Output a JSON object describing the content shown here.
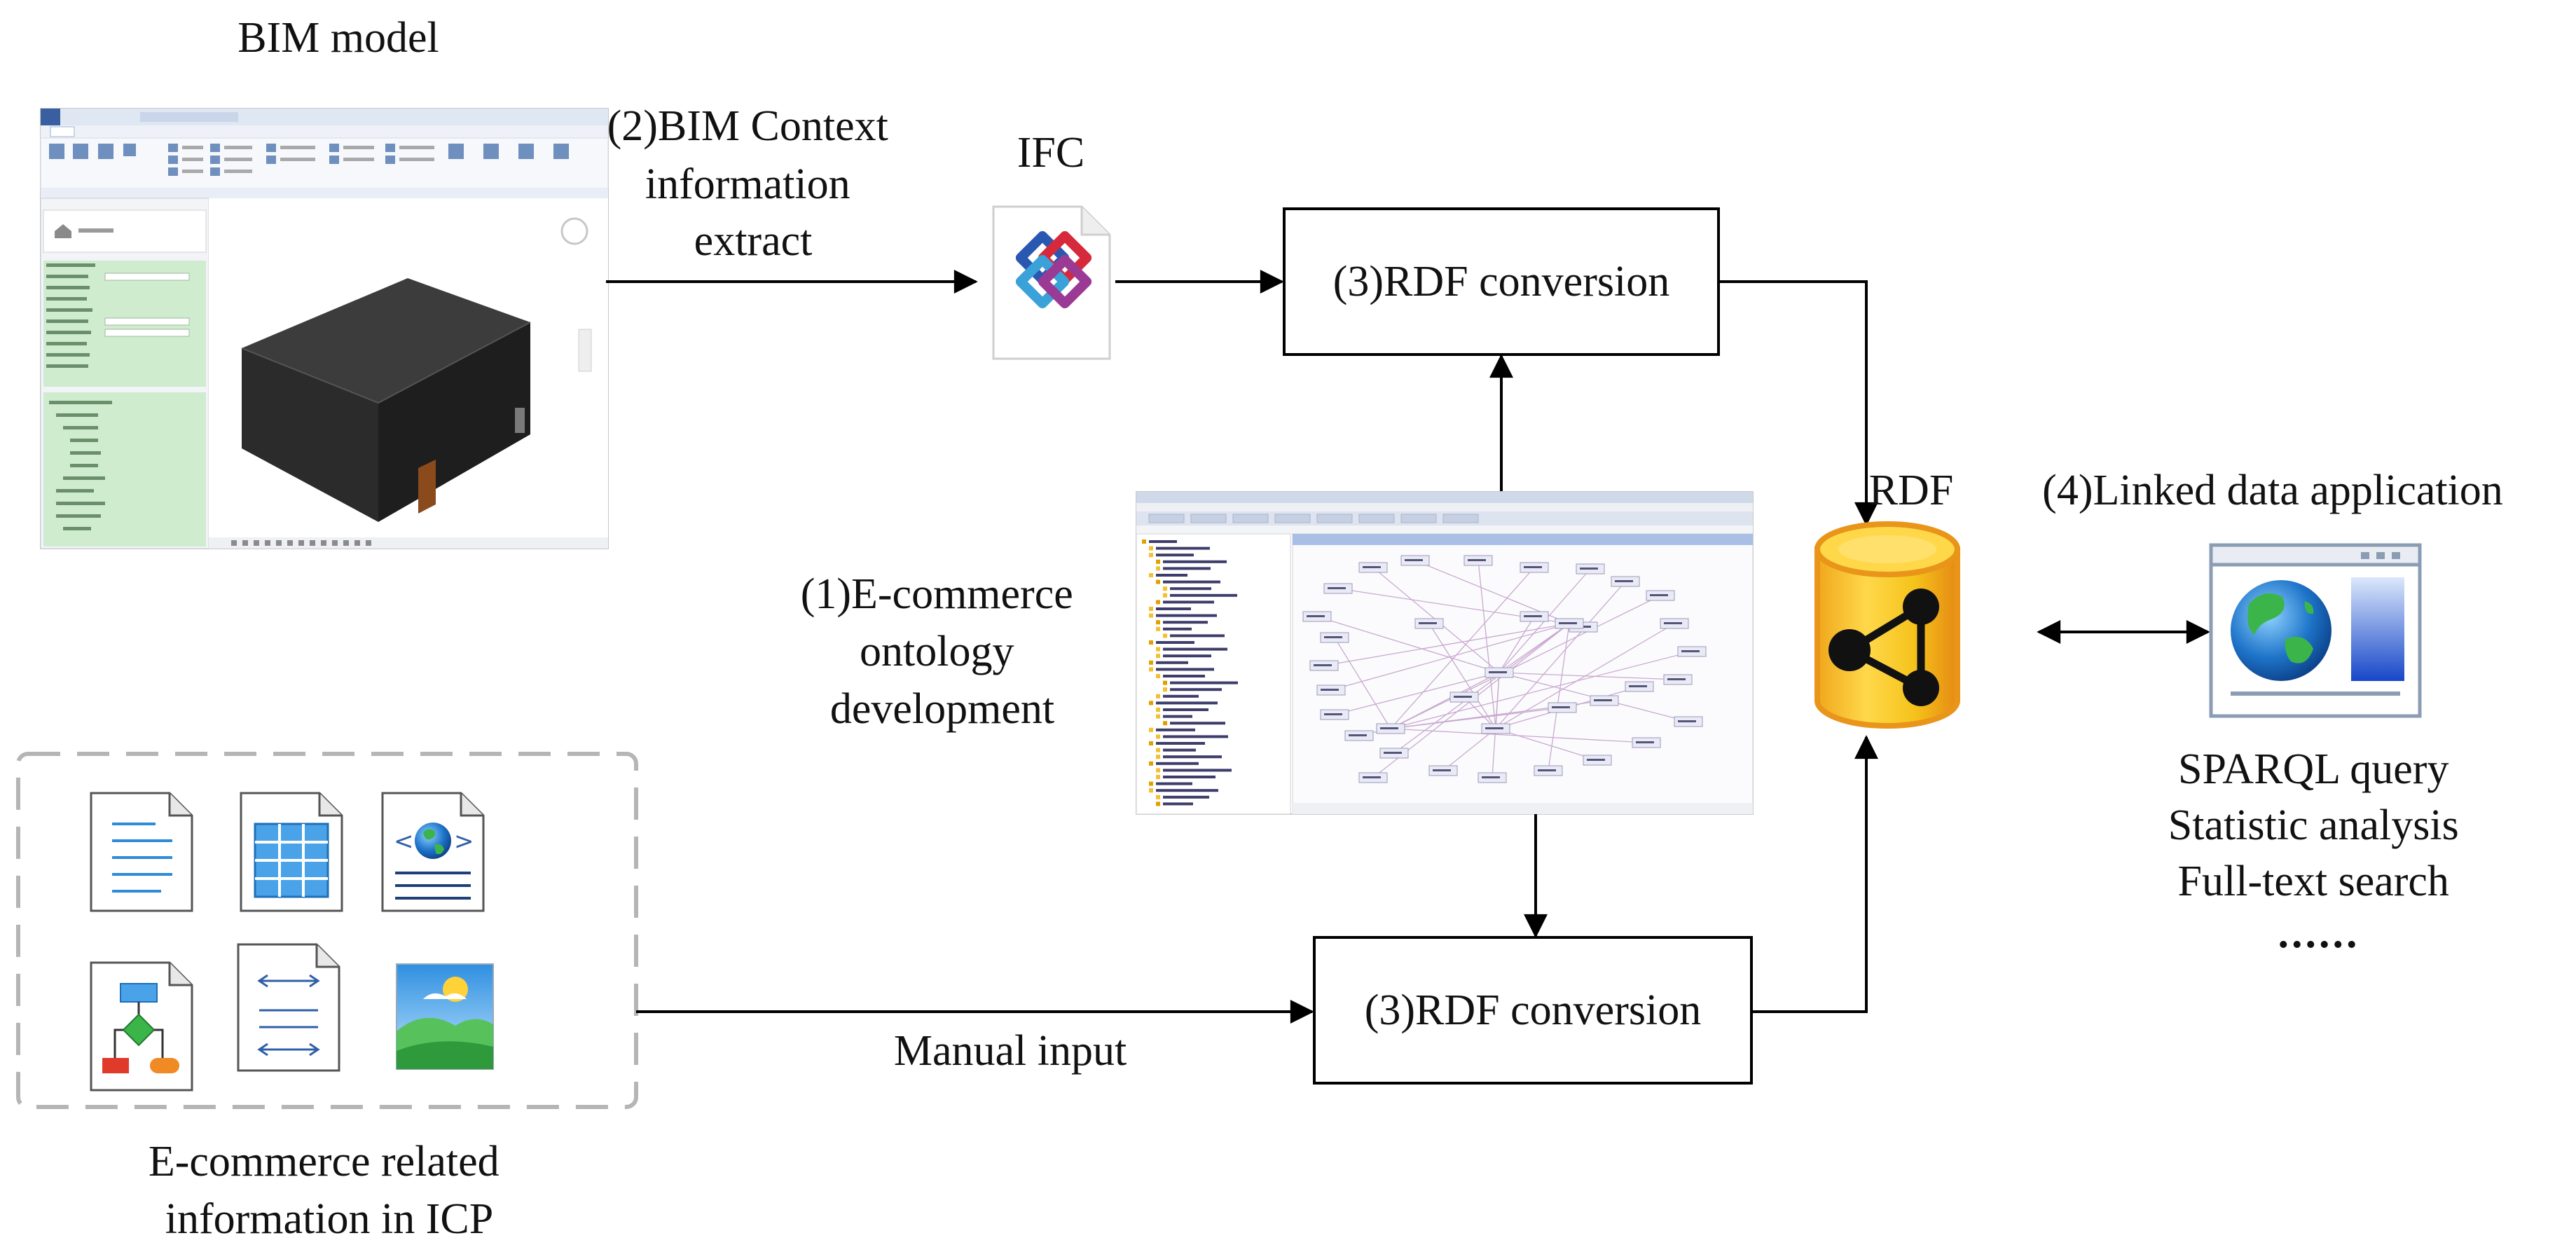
{
  "bim": {
    "title": "BIM model"
  },
  "steps": {
    "bim_extract": [
      "(2)BIM Context",
      "information",
      "extract"
    ],
    "ifc": "IFC",
    "rdf_conversion_top": "(3)RDF conversion",
    "rdf_conversion_bottom": "(3)RDF conversion",
    "ontology": [
      "(1)E-commerce",
      "ontology",
      "development"
    ],
    "manual_input": "Manual input",
    "rdf": "RDF",
    "linked_data": "(4)Linked data application"
  },
  "applications": [
    "SPARQL query",
    "Statistic analysis",
    "Full-text search",
    "......"
  ],
  "ecommerce_info": [
    "E-commerce related",
    "information in ICP"
  ],
  "icons": [
    "text-document-icon",
    "spreadsheet-icon",
    "web-document-icon",
    "flowchart-document-icon",
    "code-document-icon",
    "image-document-icon"
  ],
  "colors": {
    "line": "#000000",
    "box_border": "#000000",
    "database_fill": "#f4c200",
    "database_outline": "#e8951a",
    "bim_green": "#cfeccf",
    "dash_border": "#b5b5b5",
    "icon_blue": "#2e8bd8",
    "icon_red": "#e03a2a",
    "icon_green": "#3bb54a"
  }
}
